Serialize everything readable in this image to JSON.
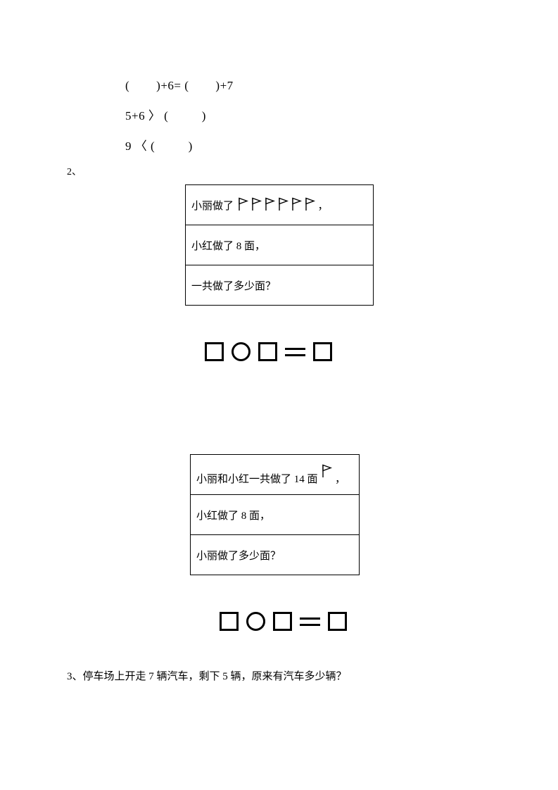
{
  "fill_in": {
    "line1": "(        )+6= (        )+7",
    "line2": "5+6 〉 (          )",
    "line3": "9 〈 (          )"
  },
  "problem2_label": "2、",
  "problem2a": {
    "row1_prefix": "小丽做了",
    "row1_flag_count": 6,
    "row1_suffix": "，",
    "row2": "小红做了 8 面，",
    "row3": "一共做了多少面？"
  },
  "problem2b": {
    "row1_prefix": "小丽和小红一共做了 14 面",
    "row1_flag_count": 1,
    "row1_suffix": "，",
    "row2": "小红做了 8 面，",
    "row3": "小丽做了多少面？"
  },
  "answer_shapes": {
    "sequence": [
      "square",
      "circle",
      "square",
      "equals",
      "square"
    ]
  },
  "problem3": {
    "text": "3、停车场上开走 7 辆汽车，剩下 5 辆，原来有汽车多少辆？"
  }
}
